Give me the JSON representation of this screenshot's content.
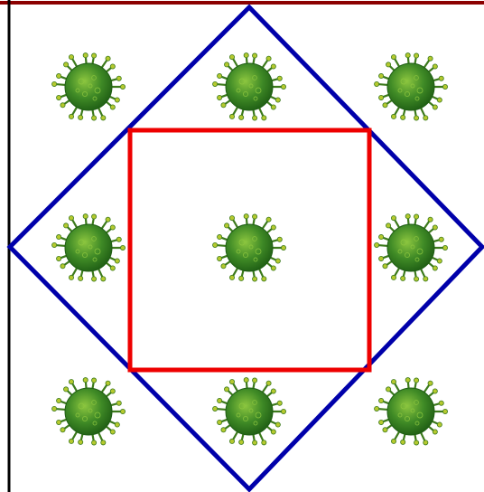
{
  "colors": {
    "background": "#ffffff",
    "frame": "#000000",
    "top_edge": "#8b0000",
    "outer_square": "#0000aa",
    "inner_square": "#ee0000",
    "virus_body_dark": "#1f5e14",
    "virus_body_mid": "#3f8a26",
    "virus_body_light": "#8cc63f",
    "virus_spike": "#3c7a1c",
    "virus_spike_tip": "#b5c92e"
  },
  "icons": {
    "virus": "virus-icon",
    "count": 9
  },
  "shapes": {
    "outer": "rotated-square",
    "inner": "square"
  }
}
